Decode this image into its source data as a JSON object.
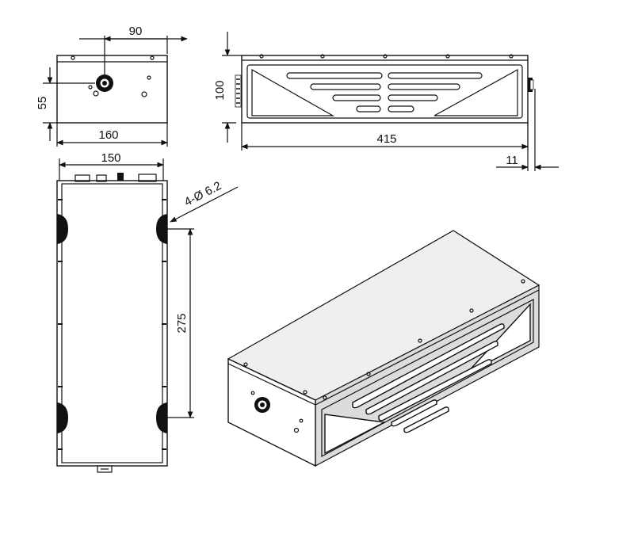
{
  "dimensions": {
    "front_width": "160",
    "front_height": "55",
    "connector_offset": "90",
    "side_length": "415",
    "side_height": "100",
    "connector_protrusion": "11",
    "top_width": "150",
    "hole_spacing": "275",
    "mounting_holes": "4-Ø 6.2"
  }
}
